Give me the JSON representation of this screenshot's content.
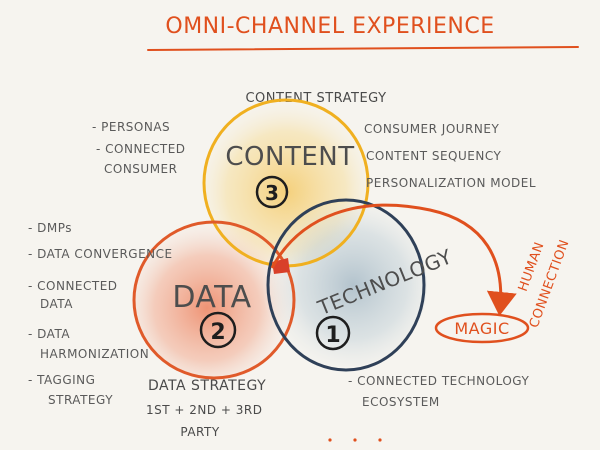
{
  "title": "OMNI-CHANNEL EXPERIENCE",
  "strategies": {
    "content": "CONTENT STRATEGY",
    "data": "DATA STRATEGY",
    "data_sub_1": "1ST + 2ND + 3RD",
    "data_sub_2": "PARTY"
  },
  "circles": {
    "content": {
      "label": "CONTENT",
      "number": "3",
      "color": "#f0b020"
    },
    "data": {
      "label": "DATA",
      "number": "2",
      "color": "#e05a2a"
    },
    "technology": {
      "label": "TECHNOLOGY",
      "number": "1",
      "color": "#2f4058"
    }
  },
  "content_left": [
    "- PERSONAS",
    "- CONNECTED",
    "CONSUMER"
  ],
  "content_right": [
    "CONSUMER JOURNEY",
    "CONTENT SEQUENCY",
    "PERSONALIZATION MODEL"
  ],
  "data_left": [
    "- DMPs",
    "- DATA CONVERGENCE",
    "- CONNECTED",
    "DATA",
    "- DATA",
    "HARMONIZATION",
    "- TAGGING",
    "STRATEGY"
  ],
  "tech_bottom": [
    "- CONNECTED TECHNOLOGY",
    "ECOSYSTEM"
  ],
  "arrow_label": [
    "HUMAN",
    "CONNECTION"
  ],
  "magic": "MAGIC",
  "colors": {
    "accent": "#e0501e",
    "text": "#555555"
  }
}
